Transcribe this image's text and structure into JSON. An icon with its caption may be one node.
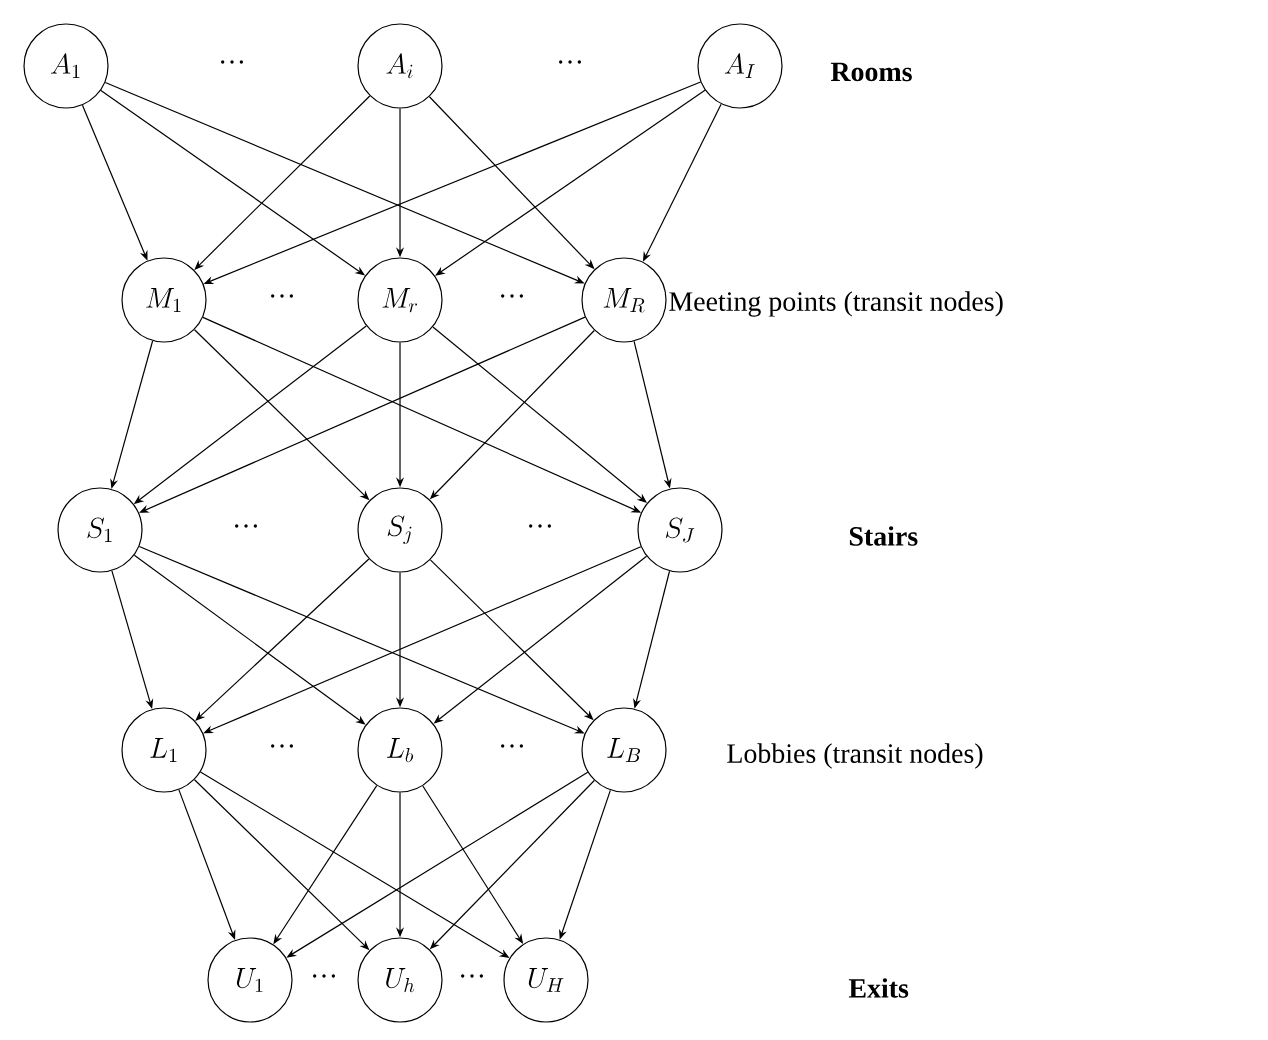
{
  "diagram": {
    "nodes": [
      {
        "text": [
          "A_1"
        ]
      },
      {
        "text": [
          "A_i"
        ]
      },
      {
        "text": [
          "A_I"
        ]
      },
      {
        "text": [
          "M_1"
        ]
      },
      {
        "text": [
          "M_r"
        ]
      },
      {
        "text": [
          "M_R"
        ]
      },
      {
        "text": [
          "S_1"
        ]
      },
      {
        "text": [
          "S_j"
        ]
      },
      {
        "text": [
          "S_J"
        ]
      },
      {
        "text": [
          "L_1"
        ]
      },
      {
        "text": [
          "L_b"
        ]
      },
      {
        "text": [
          "L_B"
        ]
      },
      {
        "text": [
          "U_1"
        ]
      },
      {
        "text": [
          "U_h"
        ]
      },
      {
        "text": [
          "U_H"
        ]
      }
    ],
    "edges": [
      {
        "from": 0,
        "to": 3,
        "arrow": "to"
      },
      {
        "from": 0,
        "to": 4,
        "arrow": "to"
      },
      {
        "from": 0,
        "to": 5,
        "arrow": "to"
      },
      {
        "from": 1,
        "to": 3,
        "arrow": "to"
      },
      {
        "from": 1,
        "to": 4,
        "arrow": "to"
      },
      {
        "from": 1,
        "to": 5,
        "arrow": "to"
      },
      {
        "from": 2,
        "to": 3,
        "arrow": "to"
      },
      {
        "from": 2,
        "to": 4,
        "arrow": "to"
      },
      {
        "from": 2,
        "to": 5,
        "arrow": "to"
      },
      {
        "from": 3,
        "to": 6,
        "arrow": "to"
      },
      {
        "from": 3,
        "to": 7,
        "arrow": "to"
      },
      {
        "from": 3,
        "to": 8,
        "arrow": "to"
      },
      {
        "from": 4,
        "to": 6,
        "arrow": "to"
      },
      {
        "from": 4,
        "to": 7,
        "arrow": "to"
      },
      {
        "from": 4,
        "to": 8,
        "arrow": "to"
      },
      {
        "from": 5,
        "to": 6,
        "arrow": "to"
      },
      {
        "from": 5,
        "to": 7,
        "arrow": "to"
      },
      {
        "from": 5,
        "to": 8,
        "arrow": "to"
      },
      {
        "from": 6,
        "to": 9,
        "arrow": "to"
      },
      {
        "from": 6,
        "to": 10,
        "arrow": "to"
      },
      {
        "from": 6,
        "to": 11,
        "arrow": "to"
      },
      {
        "from": 7,
        "to": 9,
        "arrow": "to"
      },
      {
        "from": 7,
        "to": 10,
        "arrow": "to"
      },
      {
        "from": 7,
        "to": 11,
        "arrow": "to"
      },
      {
        "from": 8,
        "to": 9,
        "arrow": "to"
      },
      {
        "from": 8,
        "to": 10,
        "arrow": "to"
      },
      {
        "from": 8,
        "to": 11,
        "arrow": "to"
      },
      {
        "from": 9,
        "to": 12,
        "arrow": "to"
      },
      {
        "from": 9,
        "to": 13,
        "arrow": "to"
      },
      {
        "from": 9,
        "to": 14,
        "arrow": "to"
      },
      {
        "from": 10,
        "to": 12,
        "arrow": "to"
      },
      {
        "from": 10,
        "to": 13,
        "arrow": "to"
      },
      {
        "from": 10,
        "to": 14,
        "arrow": "to"
      },
      {
        "from": 11,
        "to": 12,
        "arrow": "to"
      },
      {
        "from": 11,
        "to": 13,
        "arrow": "to"
      },
      {
        "from": 11,
        "to": 14,
        "arrow": "to"
      }
    ],
    "labels": [
      "…",
      "…",
      "Rooms",
      "…",
      "…",
      "Meeting points (transit nodes)",
      "…",
      "…",
      "Stairs",
      "…",
      "…",
      "Lobbies (transit nodes)",
      "…",
      "…",
      "Exits"
    ]
  }
}
